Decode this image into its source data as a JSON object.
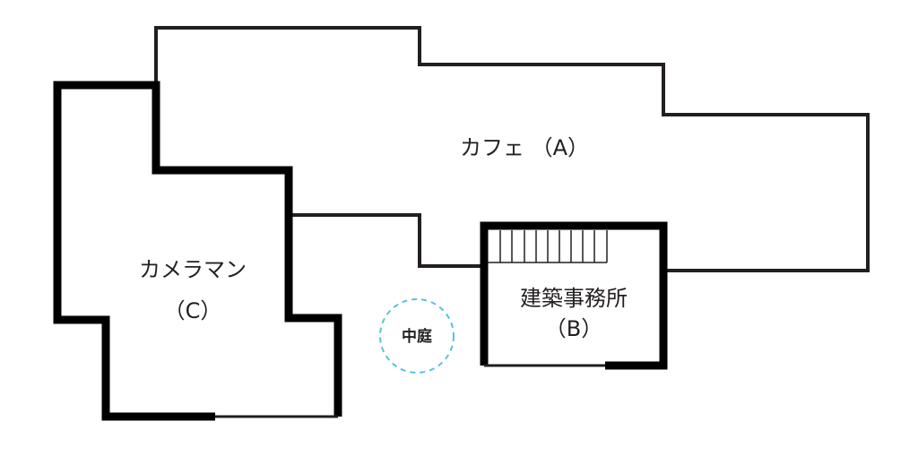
{
  "rooms": {
    "cafe": {
      "name": "カフェ",
      "code": "（A）"
    },
    "architect": {
      "name": "建築事務所",
      "code": "（B）"
    },
    "photographer": {
      "name": "カメラマン",
      "code": "（C）"
    },
    "courtyard": {
      "name": "中庭"
    }
  },
  "colors": {
    "wall": "#231f20",
    "courtyard_dash": "#5bc0de"
  }
}
